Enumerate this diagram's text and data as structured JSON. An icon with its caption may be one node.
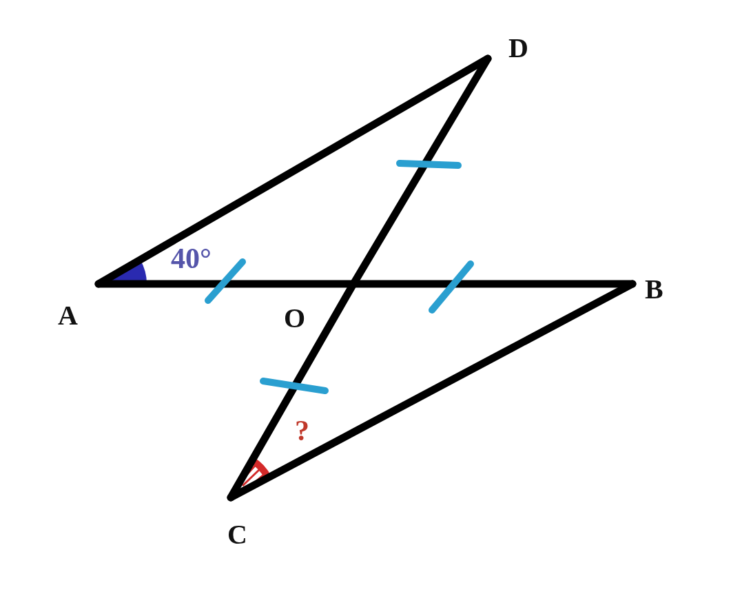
{
  "diagram": {
    "nodes": [
      {
        "text": [
          "A"
        ]
      },
      {
        "text": [
          "D"
        ]
      },
      {
        "text": [
          "B"
        ]
      },
      {
        "text": [
          "O"
        ]
      },
      {
        "text": [
          "C"
        ]
      }
    ],
    "edges": [
      {
        "from": 0,
        "to": 1,
        "arrow": "none"
      },
      {
        "from": 0,
        "to": 3,
        "arrow": "none"
      },
      {
        "from": 3,
        "to": 2,
        "arrow": "none"
      },
      {
        "from": 1,
        "to": 3,
        "arrow": "none"
      },
      {
        "from": 3,
        "to": 4,
        "arrow": "none"
      },
      {
        "from": 4,
        "to": 2,
        "arrow": "none"
      }
    ],
    "labels": [
      "40°",
      "?"
    ]
  }
}
